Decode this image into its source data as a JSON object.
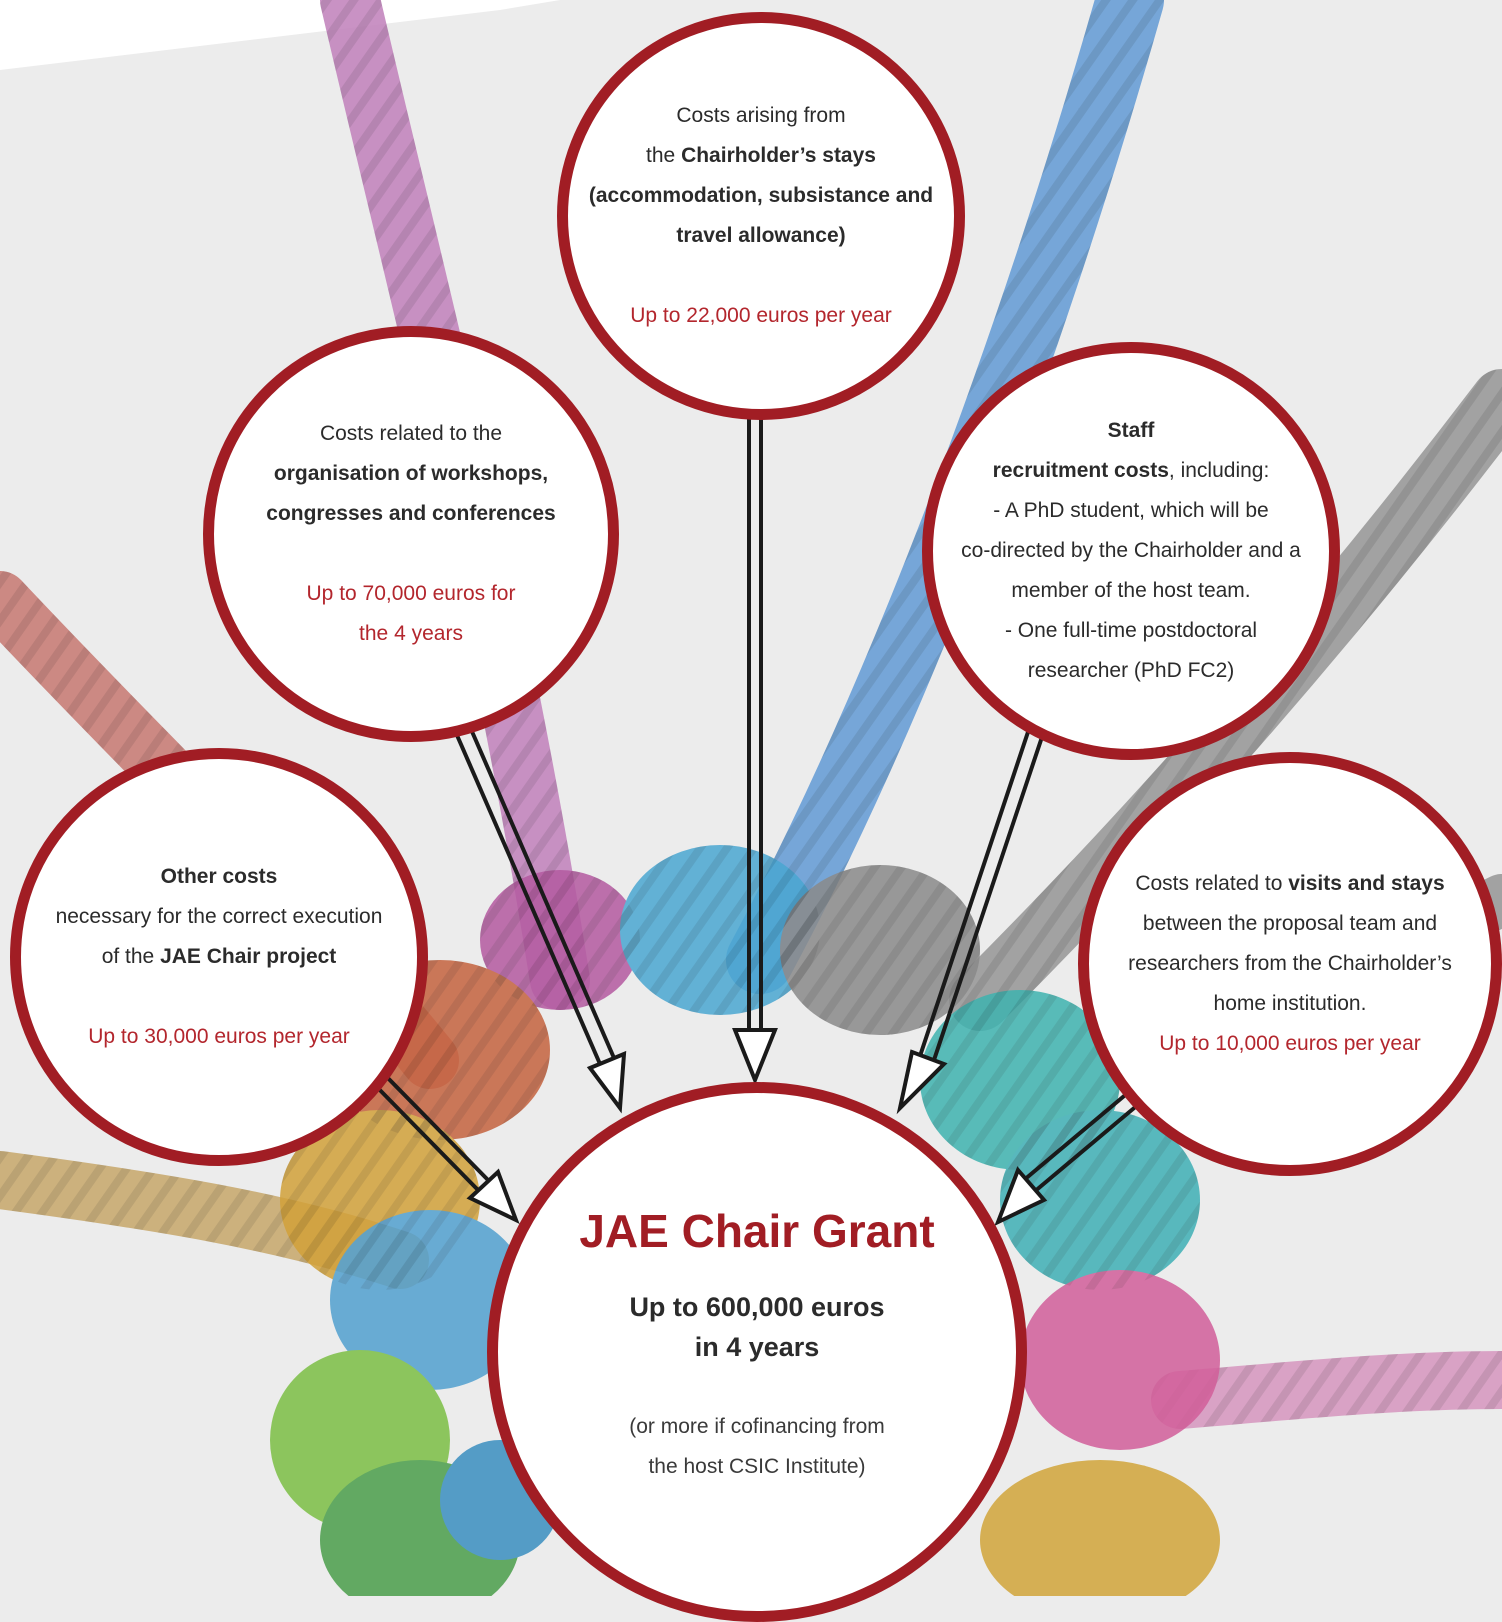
{
  "colors": {
    "accent": "#a11d24",
    "amount_text": "#b3262d",
    "body_text": "#2b2b2b",
    "arrow": "#1a1a1a"
  },
  "grant": {
    "title": "JAE Chair Grant",
    "amount_line1": "Up to 600,000 euros",
    "amount_line2": "in 4 years",
    "note_line1": "(or more if cofinancing from",
    "note_line2": "the host CSIC Institute)"
  },
  "stays": {
    "line1": "Costs arising from",
    "line2_prefix": "the ",
    "line2_bold": "Chairholder’s stays",
    "line3_bold": "(accommodation, subsistance and",
    "line4_bold": "travel allowance)",
    "amount": "Up to 22,000 euros per year"
  },
  "workshops": {
    "line1": "Costs related to the",
    "line2_bold": "organisation of workshops,",
    "line3_bold": "congresses and conferences",
    "amount_line1": "Up to 70,000 euros for",
    "amount_line2": "the 4 years"
  },
  "staff": {
    "line1_bold": "Staff",
    "line2_bold": "recruitment costs",
    "line2_suffix": ", including:",
    "line3": "- A PhD student, which will be",
    "line4": "co-directed by the Chairholder and a",
    "line5": "member of the host team.",
    "line6": "- One full-time postdoctoral",
    "line7": "researcher (PhD FC2)"
  },
  "other": {
    "line1_bold": "Other costs",
    "line2": "necessary for the correct execution",
    "line3_prefix": "of the ",
    "line3_bold": "JAE Chair project",
    "amount": "Up to 30,000 euros per year"
  },
  "visits": {
    "line1_prefix": "Costs related to ",
    "line1_bold": "visits and stays",
    "line2": "between the proposal team and",
    "line3": "researchers from the Chairholder’s",
    "line4": "home institution.",
    "amount": "Up to 10,000 euros per year"
  }
}
